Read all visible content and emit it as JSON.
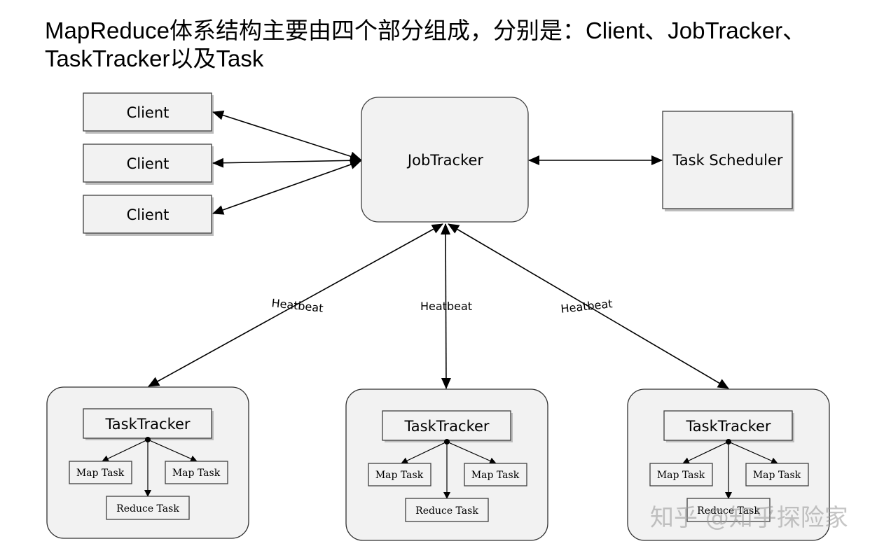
{
  "title": "MapReduce体系结构主要由四个部分组成，分别是：Client、JobTracker、TaskTracker以及Task",
  "nodes": {
    "clients": [
      "Client",
      "Client",
      "Client"
    ],
    "jobtracker": "JobTracker",
    "scheduler": "Task Scheduler"
  },
  "edge_labels": [
    "Heatbeat",
    "Heatbeat",
    "Heatbeat"
  ],
  "groups": [
    {
      "tracker": "TaskTracker",
      "map1": "Map Task",
      "map2": "Map Task",
      "reduce": "Reduce Task"
    },
    {
      "tracker": "TaskTracker",
      "map1": "Map Task",
      "map2": "Map Task",
      "reduce": "Reduce Task"
    },
    {
      "tracker": "TaskTracker",
      "map1": "Map Task",
      "map2": "Map Task",
      "reduce": "Reduce Task"
    }
  ],
  "watermark": "知乎 @知乎探险家"
}
